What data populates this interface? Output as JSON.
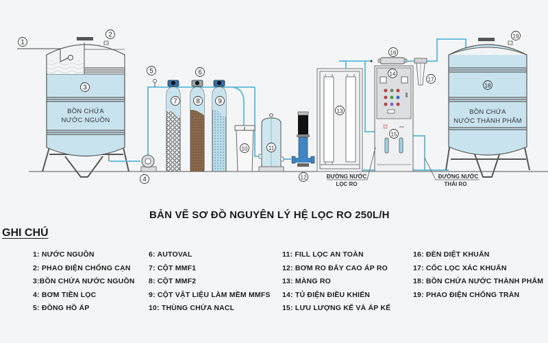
{
  "title": "BẢN VẼ SƠ ĐỒ NGUYÊN LÝ HỆ LỌC RO 250L/H",
  "legend": {
    "heading": "GHI CHÚ",
    "columns": [
      [
        "1: NƯỚC NGUỒN",
        "2: PHAO ĐIỆN CHỐNG CẠN",
        "3:BỒN CHỨA NƯỚC NGUỒN",
        "4: BƠM TIỀN LỌC",
        "5: ĐỒNG HỒ ÁP"
      ],
      [
        "6: AUTOVAL",
        "7: CỘT MMF1",
        "8: CỘT MMF2",
        "9: CỘT VẬT LIỆU LÀM MỀM MMFS",
        "10: THÙNG CHỨA NACL"
      ],
      [
        "11: FILL LỌC AN TOÀN",
        "12: BƠM RO ĐẨY CAO ÁP RO",
        "13: MÀNG RO",
        "14: TỦ ĐIỆN ĐIỀU KHIỂN",
        "15: LƯU LƯỢNG KẾ VÀ ÁP KẾ"
      ],
      [
        "16: ĐÈN DIỆT KHUẨN",
        "17: CỐC LỌC XÁC KHUẨN",
        "18: BỒN CHỨA NƯỚC THÀNH PHẨM",
        "19: PHAO ĐIỆN CHỐNG TRÀN"
      ]
    ]
  },
  "diagram": {
    "source_tank": {
      "line1": "BỒN CHỨA",
      "line2": "NƯỚC NGUỒN"
    },
    "product_tank": {
      "line1": "BỒN CHỨA",
      "line2": "NƯỚC THÀNH PHẨM"
    },
    "ro_line": {
      "line1": "ĐƯỜNG NƯỚC",
      "line2": "LỌC RO"
    },
    "waste_line": {
      "line1": "ĐƯỜNG NƯỚC",
      "line2": "THẢI RO"
    },
    "callouts": [
      "1",
      "2",
      "3",
      "4",
      "5",
      "6",
      "7",
      "8",
      "9",
      "10",
      "11",
      "12",
      "13",
      "14",
      "15",
      "16",
      "17",
      "18",
      "19"
    ],
    "colors": {
      "pipe": "#5bb8d6",
      "tank_water": "#c8e3ee",
      "outline": "#4a4a4a",
      "pump_blue": "#3f86c6",
      "valve_head": "#2f6fa6",
      "media_brown": "#8a6a4a"
    }
  }
}
